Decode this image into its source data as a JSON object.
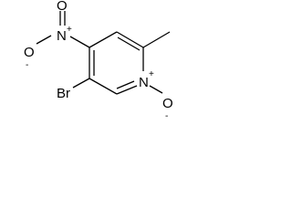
{
  "molecule": {
    "atoms": {
      "o_nitro_minus": "O",
      "o_nitro_minus_charge": "-",
      "n_nitro": "N",
      "n_nitro_charge": "+",
      "o_nitro_double": "O",
      "n_ring": "N",
      "n_ring_charge": "+",
      "o_oxide": "O",
      "o_oxide_charge": "-",
      "br": "Br"
    }
  }
}
